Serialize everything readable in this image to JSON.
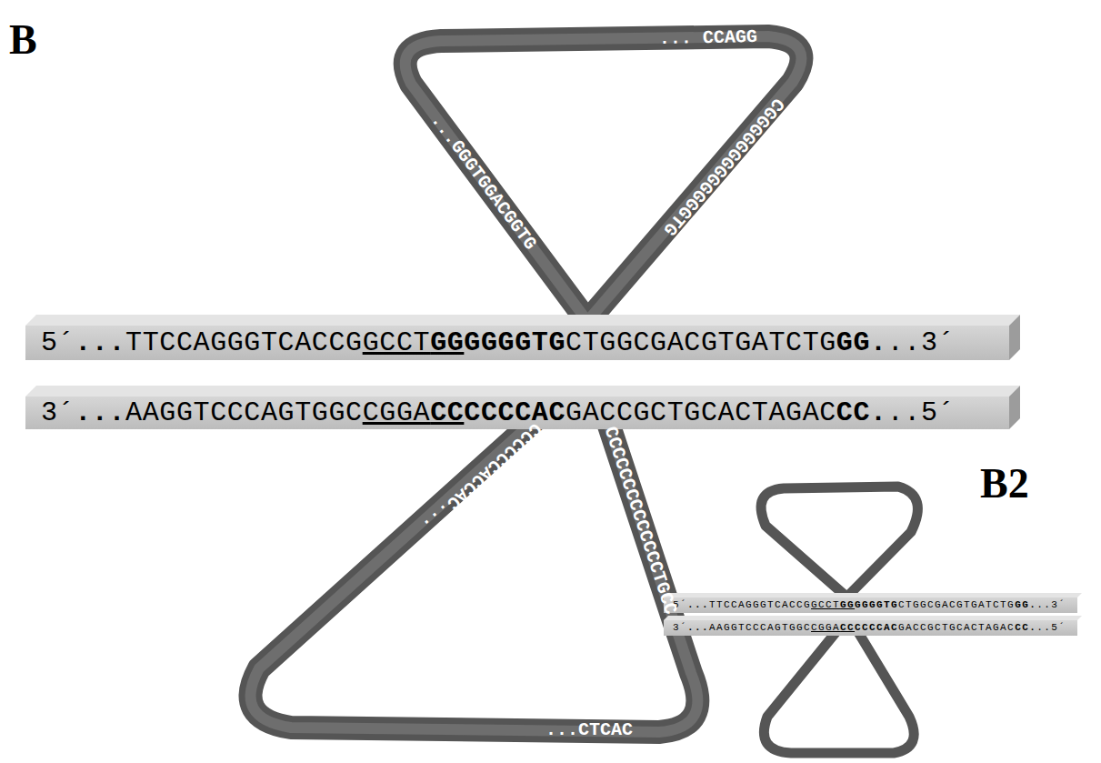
{
  "diagram": {
    "nodes": [
      {
        "text": [
          "5´...TTCCAGGGTCACCGGCCTGGGGGGTGCTGGCGACGTGATCTGGG...3´"
        ]
      },
      {
        "text": [
          "3´...AAGGTCCCAGTGGCCGGACCCCCCACGACCGCTGCACTAGACCC...5´"
        ]
      },
      {
        "text": [
          "5´...TTCCAGGGTCACCGGCCTGGGGGGTGCTGGCGACGTGATCTGGG...3´"
        ]
      },
      {
        "text": [
          "3´...AAGGTCCCAGTGGCCGGACCCCCCACGACCGCTGCACTAGACCC...5´"
        ]
      }
    ],
    "labels": [
      "B",
      "... CCAGG",
      "CGGGGGGGGGGGGGTG",
      "...GGGTGGACGGTG",
      "CCCCCCACCAC...",
      "CCCCCCCCCCCCCCTGCC",
      "...CTCAC",
      "B2"
    ]
  }
}
